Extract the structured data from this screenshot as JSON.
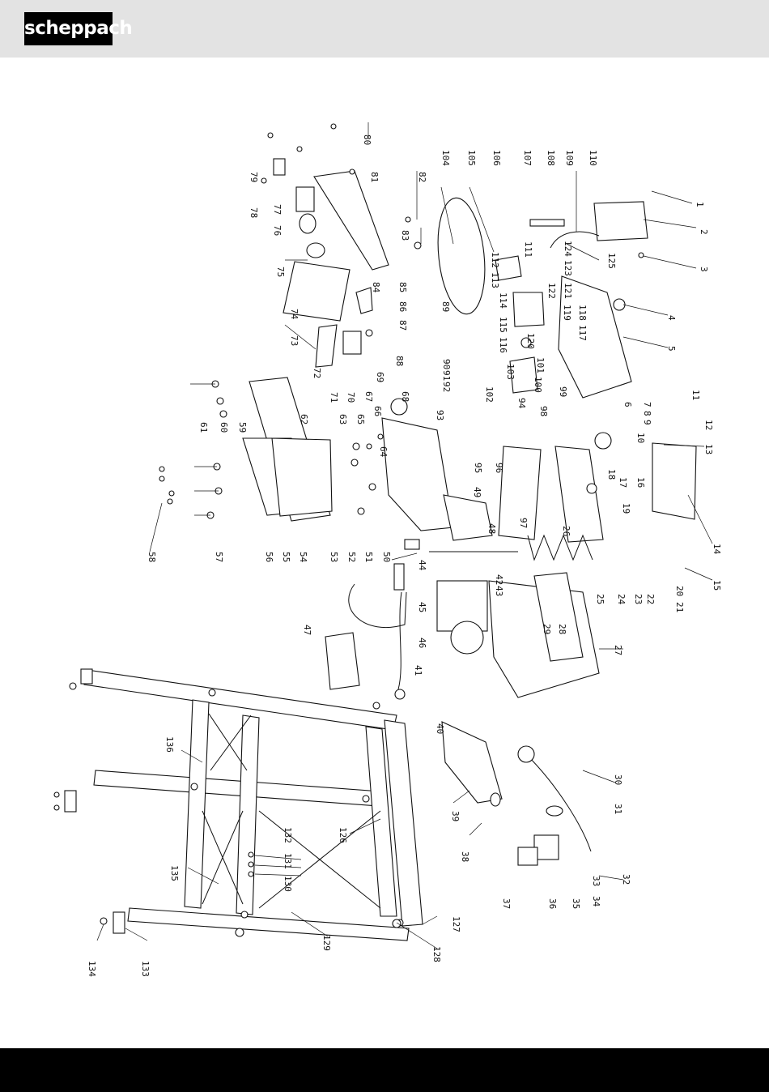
{
  "header": {
    "brand": "scheppach",
    "logo_icon": "scheppach-logo"
  },
  "diagram": {
    "part_labels": [
      "1",
      "2",
      "3",
      "4",
      "5",
      "6",
      "7",
      "8",
      "9",
      "10",
      "11",
      "12",
      "13",
      "14",
      "15",
      "16",
      "17",
      "18",
      "19",
      "20",
      "21",
      "22",
      "23",
      "24",
      "25",
      "26",
      "27",
      "28",
      "29",
      "30",
      "31",
      "32",
      "33",
      "34",
      "35",
      "36",
      "37",
      "38",
      "39",
      "40",
      "41",
      "42",
      "43",
      "44",
      "45",
      "46",
      "47",
      "48",
      "49",
      "50",
      "51",
      "52",
      "53",
      "54",
      "55",
      "56",
      "57",
      "58",
      "59",
      "60",
      "61",
      "62",
      "63",
      "64",
      "65",
      "66",
      "67",
      "68",
      "69",
      "70",
      "71",
      "72",
      "73",
      "74",
      "75",
      "76",
      "77",
      "78",
      "79",
      "80",
      "81",
      "82",
      "83",
      "84",
      "85",
      "86",
      "87",
      "88",
      "89",
      "90",
      "91",
      "92",
      "93",
      "94",
      "95",
      "96",
      "97",
      "98",
      "99",
      "100",
      "101",
      "102",
      "103",
      "104",
      "105",
      "106",
      "107",
      "108",
      "109",
      "110",
      "111",
      "112",
      "113",
      "114",
      "115",
      "116",
      "117",
      "118",
      "119",
      "120",
      "121",
      "122",
      "123",
      "124",
      "125",
      "126",
      "127",
      "128",
      "129",
      "130",
      "131",
      "132",
      "133",
      "134",
      "135",
      "136"
    ]
  }
}
